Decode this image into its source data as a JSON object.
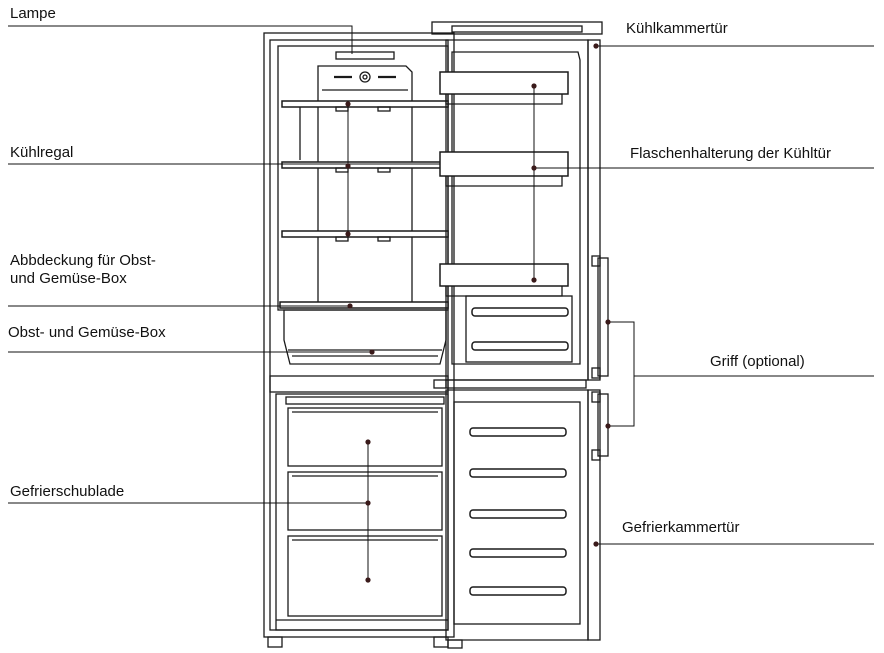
{
  "labels": {
    "lampe": "Lampe",
    "kuehlregal": "Kühlregal",
    "abdeckung_line1": "Abbdeckung für Obst-",
    "abdeckung_line2": "und Gemüse-Box",
    "obst_box": "Obst- und Gemüse-Box",
    "gefrierschublade": "Gefrierschublade",
    "kuehlkammertuer": "Kühlkammertür",
    "flaschenhalterung": "Flaschenhalterung der Kühltür",
    "griff": "Griff (optional)",
    "gefrierkammertuer": "Gefrierkammertür"
  },
  "colors": {
    "line": "#1a1a1a",
    "dot": "#3a1a1a",
    "background": "#ffffff"
  }
}
